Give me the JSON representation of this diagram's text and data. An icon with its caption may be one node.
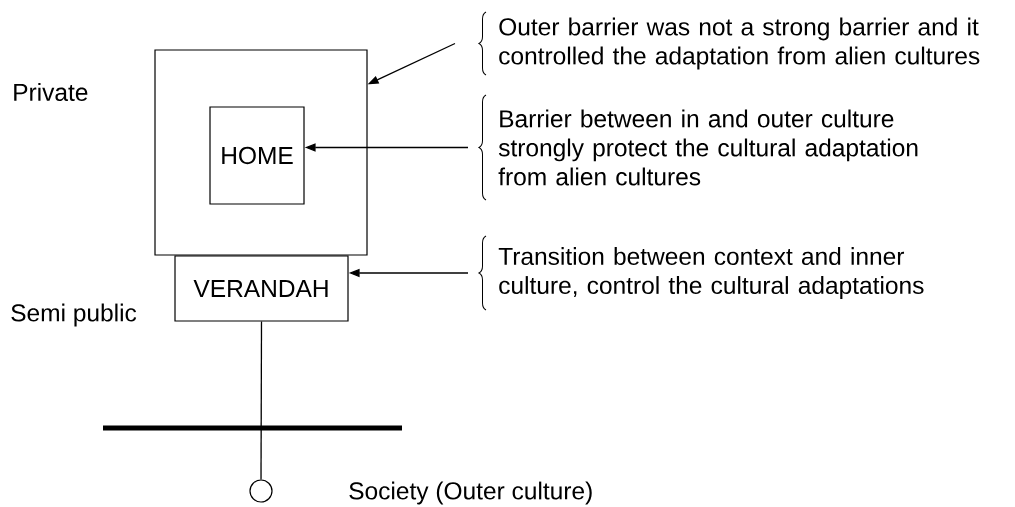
{
  "diagram": {
    "nodes": [
      {
        "text": [],
        "shape": "box"
      },
      {
        "text": [
          "HOME"
        ],
        "in": 0
      },
      {
        "text": [
          "VERANDAH"
        ]
      },
      {
        "text": [
          "Outer barrier was not a strong barrier and it controlled the adaptation from alien cultures"
        ]
      },
      {
        "text": [
          "Barrier between in and outer culture strongly protect the cultural adaptation from alien cultures"
        ]
      },
      {
        "text": [
          "Transition between context and inner culture, control the cultural adaptations"
        ]
      },
      {
        "text": [],
        "shape": "circle"
      }
    ],
    "edges": [
      {
        "from": 3,
        "to": 0,
        "arrow": "to"
      },
      {
        "from": 4,
        "to": 1,
        "arrow": "to"
      },
      {
        "from": 5,
        "to": 2,
        "arrow": "to"
      },
      {
        "from": 2,
        "to": 6,
        "arrow": "none"
      }
    ],
    "labels": [
      "Private",
      "Semi public",
      "Society (Outer culture)"
    ]
  }
}
